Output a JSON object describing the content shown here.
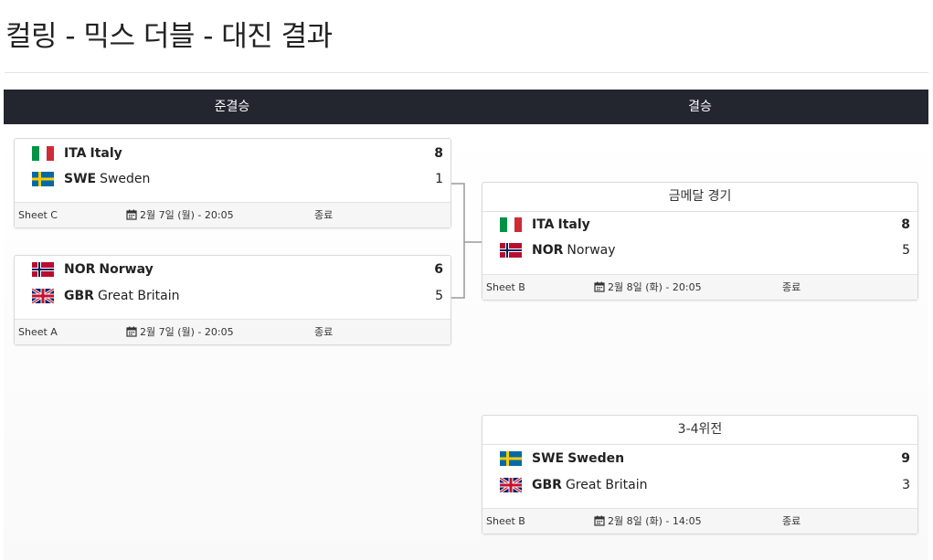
{
  "page": {
    "title": "컬링 - 믹스 더블 - 대진 결과"
  },
  "rounds": {
    "semifinal": "준결승",
    "final": "결승"
  },
  "matches": {
    "semi1": {
      "teams": [
        {
          "code": "ITA",
          "country": "Italy",
          "flag": "ita",
          "score": "8",
          "winner": true
        },
        {
          "code": "SWE",
          "country": "Sweden",
          "flag": "swe",
          "score": "1",
          "winner": false
        }
      ],
      "sheet": "Sheet C",
      "datetime": "2월 7일 (월) - 20:05",
      "status": "종료"
    },
    "semi2": {
      "teams": [
        {
          "code": "NOR",
          "country": "Norway",
          "flag": "nor",
          "score": "6",
          "winner": true
        },
        {
          "code": "GBR",
          "country": "Great Britain",
          "flag": "gbr",
          "score": "5",
          "winner": false
        }
      ],
      "sheet": "Sheet A",
      "datetime": "2월 7일 (월) - 20:05",
      "status": "종료"
    },
    "gold": {
      "title": "금메달 경기",
      "teams": [
        {
          "code": "ITA",
          "country": "Italy",
          "flag": "ita",
          "score": "8",
          "winner": true
        },
        {
          "code": "NOR",
          "country": "Norway",
          "flag": "nor",
          "score": "5",
          "winner": false
        }
      ],
      "sheet": "Sheet B",
      "datetime": "2월 8일 (화) - 20:05",
      "status": "종료"
    },
    "bronze": {
      "title": "3-4위전",
      "teams": [
        {
          "code": "SWE",
          "country": "Sweden",
          "flag": "swe",
          "score": "9",
          "winner": true
        },
        {
          "code": "GBR",
          "country": "Great Britain",
          "flag": "gbr",
          "score": "3",
          "winner": false
        }
      ],
      "sheet": "Sheet B",
      "datetime": "2월 8일 (화) - 14:05",
      "status": "종료"
    }
  },
  "colors": {
    "header_bg": "#23262f",
    "footer_bg": "#f6f6f6",
    "border": "#d9d9d9"
  }
}
